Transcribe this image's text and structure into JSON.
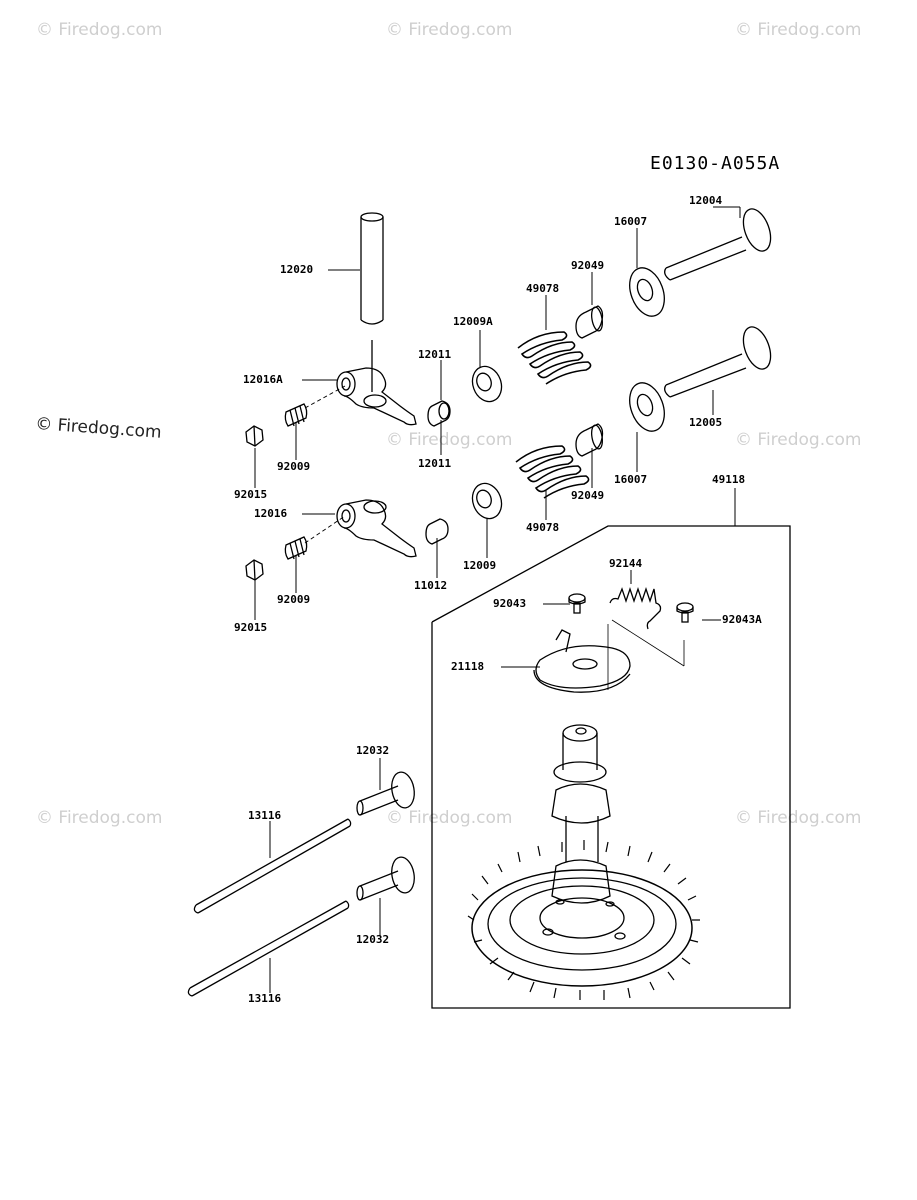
{
  "diagram": {
    "code": "E0130-A055A",
    "watermark": "© Firedog.com",
    "parts": {
      "p12004": "12004",
      "p16007a": "16007",
      "p92049a": "92049",
      "p49078a": "49078",
      "p12009A": "12009A",
      "p12011a": "12011",
      "p12020": "12020",
      "p12016A": "12016A",
      "p12005": "12005",
      "p16007b": "16007",
      "p92049b": "92049",
      "p49078b": "49078",
      "p12011b": "12011",
      "p92009a": "92009",
      "p92015a": "92015",
      "p12016": "12016",
      "p49118": "49118",
      "p92144": "92144",
      "p92043": "92043",
      "p92043A": "92043A",
      "p21118": "21118",
      "p12009": "12009",
      "p11012": "11012",
      "p92009b": "92009",
      "p92015b": "92015",
      "p12032a": "12032",
      "p13116a": "13116",
      "p12032b": "12032",
      "p13116b": "13116"
    }
  }
}
